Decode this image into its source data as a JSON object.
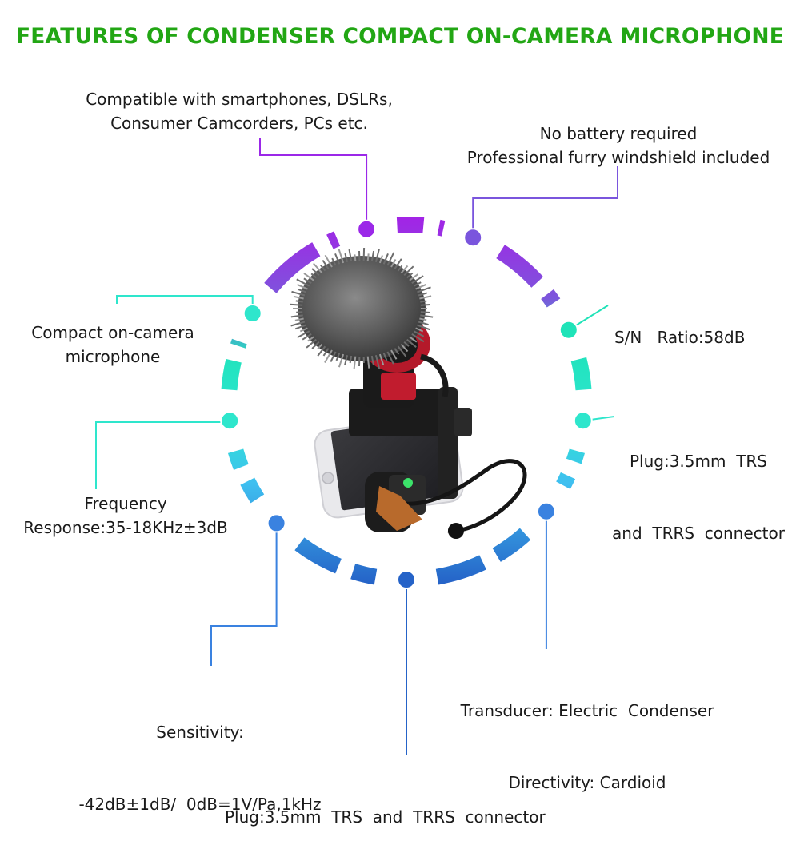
{
  "title": "FEATURES OF CONDENSER COMPACT ON-CAMERA MICROPHONE",
  "colors": {
    "title": "#22a614",
    "purple": "#9b28e8",
    "violet": "#7a55dd",
    "teal": "#1fe3b8",
    "cyan": "#2ee6cc",
    "sky": "#3fc0ee",
    "blue": "#3a82e0",
    "navy": "#2563c8"
  },
  "labels": {
    "compatible": [
      "Compatible with smartphones, DSLRs,",
      "Consumer Camcorders, PCs etc."
    ],
    "battery": [
      "No battery required",
      "Professional furry windshield included"
    ],
    "snr": [
      "S/N   Ratio:58dB"
    ],
    "compact": [
      "Compact on-camera",
      "microphone"
    ],
    "plug_right": [
      "Plug:3.5mm  TRS",
      "and  TRRS  connector"
    ],
    "frequency": [
      "Frequency",
      "Response:35-18KHz±3dB"
    ],
    "transducer": [
      "Transducer: Electric  Condenser",
      "Directivity: Cardioid"
    ],
    "sensitivity": [
      "Sensitivity:",
      "-42dB±1dB/  0dB=1V/Pa,1kHz"
    ],
    "plug_bottom": [
      "Plug:3.5mm  TRS  and  TRRS  connector"
    ]
  },
  "photo": {
    "subject": "compact-microphone-with-phone-holder"
  }
}
